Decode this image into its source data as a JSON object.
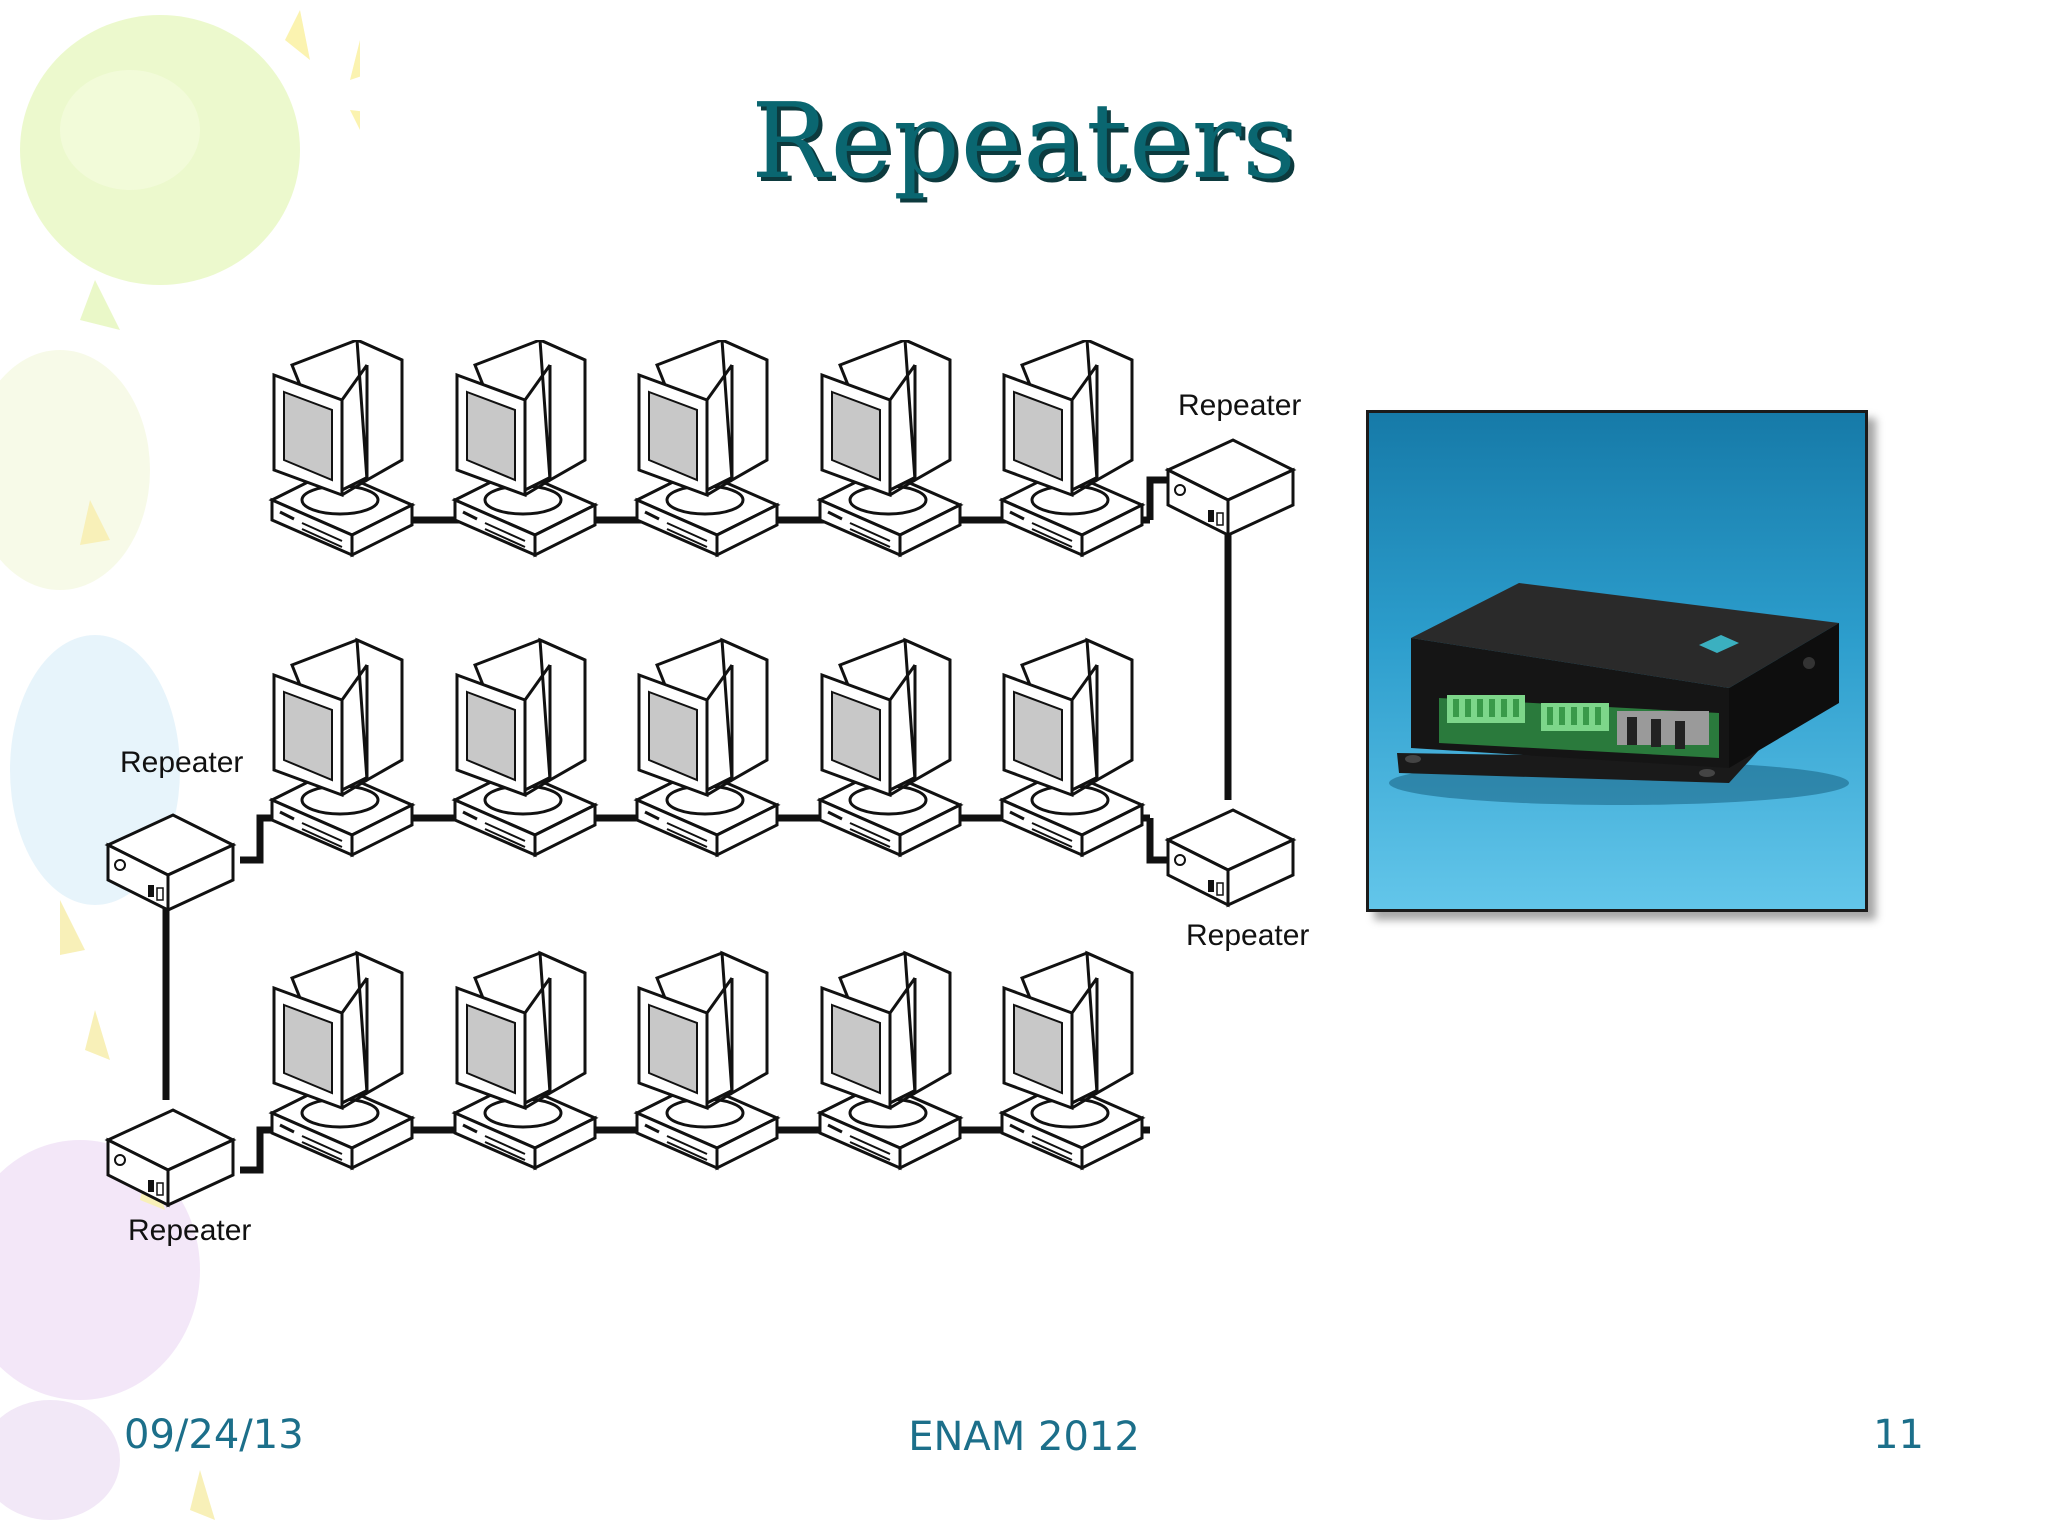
{
  "slide": {
    "title": "Repeaters",
    "footer": {
      "date": "09/24/13",
      "center": "ENAM 2012",
      "page": "11"
    }
  },
  "diagram": {
    "rows": 3,
    "computers_per_row": 5,
    "repeater_labels": [
      "Repeater",
      "Repeater",
      "Repeater",
      "Repeater"
    ]
  },
  "colors": {
    "title": "#0a6670",
    "title_shadow": "#0c3a3e",
    "footer_text": "#1c6f8a",
    "photo_background": "#2c9dcc"
  }
}
